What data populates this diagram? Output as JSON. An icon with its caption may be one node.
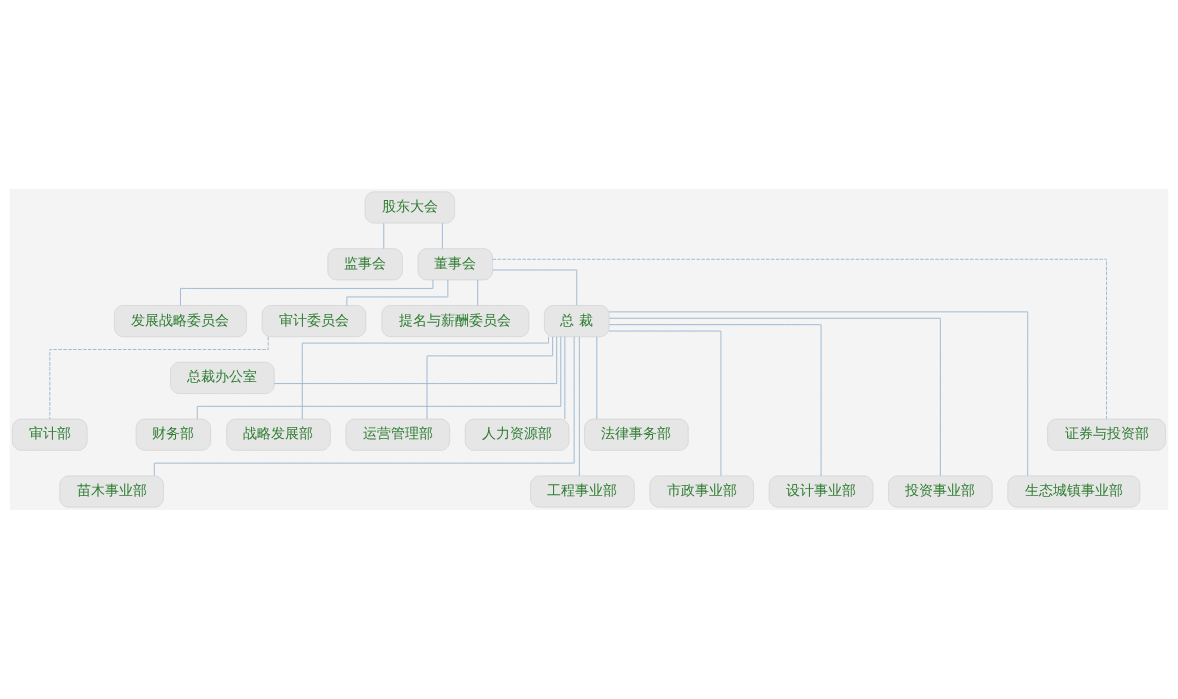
{
  "diagram": {
    "nodes": [
      {
        "text": [
          "股东大会"
        ]
      },
      {
        "text": [
          "监事会"
        ]
      },
      {
        "text": [
          "董事会"
        ]
      },
      {
        "text": [
          "发展战略委员会"
        ]
      },
      {
        "text": [
          "审计委员会"
        ]
      },
      {
        "text": [
          "提名与薪酬委员会"
        ]
      },
      {
        "text": [
          "总 裁"
        ]
      },
      {
        "text": [
          "总裁办公室"
        ]
      },
      {
        "text": [
          "审计部"
        ]
      },
      {
        "text": [
          "战略发展部"
        ]
      },
      {
        "text": [
          "运营管理部"
        ]
      },
      {
        "text": [
          "财务部"
        ]
      },
      {
        "text": [
          "人力资源部"
        ]
      },
      {
        "text": [
          "法律事务部"
        ]
      },
      {
        "text": [
          "证券与投资部"
        ]
      },
      {
        "text": [
          "工程事业部"
        ]
      },
      {
        "text": [
          "市政事业部"
        ]
      },
      {
        "text": [
          "设计事业部"
        ]
      },
      {
        "text": [
          "苗木事业部"
        ]
      },
      {
        "text": [
          "投资事业部"
        ]
      },
      {
        "text": [
          "生态城镇事业部"
        ]
      }
    ],
    "edges": [
      {
        "from": 0,
        "to": 2,
        "arrow": "none"
      },
      {
        "from": 0,
        "to": 1,
        "arrow": "none"
      },
      {
        "from": 2,
        "to": 3,
        "arrow": "none"
      },
      {
        "from": 2,
        "to": 4,
        "arrow": "none"
      },
      {
        "from": 2,
        "to": 5,
        "arrow": "none"
      },
      {
        "from": 2,
        "to": 6,
        "arrow": "none"
      },
      {
        "from": 2,
        "to": 14,
        "arrow": "none",
        "style": "dashed"
      },
      {
        "from": 6,
        "to": 7,
        "arrow": "none"
      },
      {
        "from": 4,
        "to": 8,
        "arrow": "none",
        "style": "dashed"
      },
      {
        "from": 6,
        "to": 9,
        "arrow": "none"
      },
      {
        "from": 6,
        "to": 10,
        "arrow": "none"
      },
      {
        "from": 6,
        "to": 11,
        "arrow": "none"
      },
      {
        "from": 6,
        "to": 12,
        "arrow": "none"
      },
      {
        "from": 6,
        "to": 13,
        "arrow": "none"
      },
      {
        "from": 6,
        "to": 15,
        "arrow": "none"
      },
      {
        "from": 6,
        "to": 16,
        "arrow": "none"
      },
      {
        "from": 6,
        "to": 17,
        "arrow": "none"
      },
      {
        "from": 6,
        "to": 18,
        "arrow": "none"
      },
      {
        "from": 6,
        "to": 19,
        "arrow": "none"
      },
      {
        "from": 6,
        "to": 20,
        "arrow": "none"
      }
    ]
  }
}
